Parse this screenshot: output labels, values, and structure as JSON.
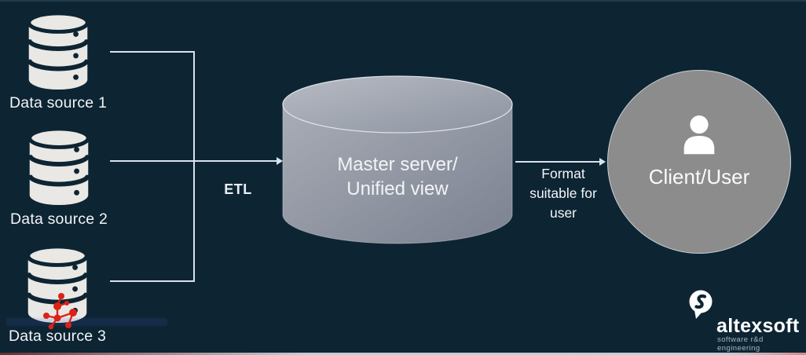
{
  "sources": [
    {
      "label": "Data source 1"
    },
    {
      "label": "Data source 2"
    },
    {
      "label": "Data source 3"
    }
  ],
  "etl": {
    "label": "ETL"
  },
  "master": {
    "line1": "Master server/",
    "line2": "Unified view"
  },
  "flow": {
    "line1": "Format",
    "line2": "suitable for",
    "line3": "user"
  },
  "client": {
    "label": "Client/User"
  },
  "branding": {
    "name": "altexsoft",
    "tagline": "software r&d engineering"
  },
  "icons": {
    "database": "database-icon",
    "user": "user-icon",
    "logo_mark": "altexsoft-logo-mark-icon",
    "watermark": "red-network-watermark-icon"
  },
  "colors": {
    "background": "#0d2433",
    "connector": "#d7e3ed",
    "cylinder_light": "#a8adb6",
    "cylinder_dark": "#7b8190",
    "client_circle": "#8c8c8c",
    "text": "#f2f4f6",
    "watermark_red": "#dc2217"
  }
}
